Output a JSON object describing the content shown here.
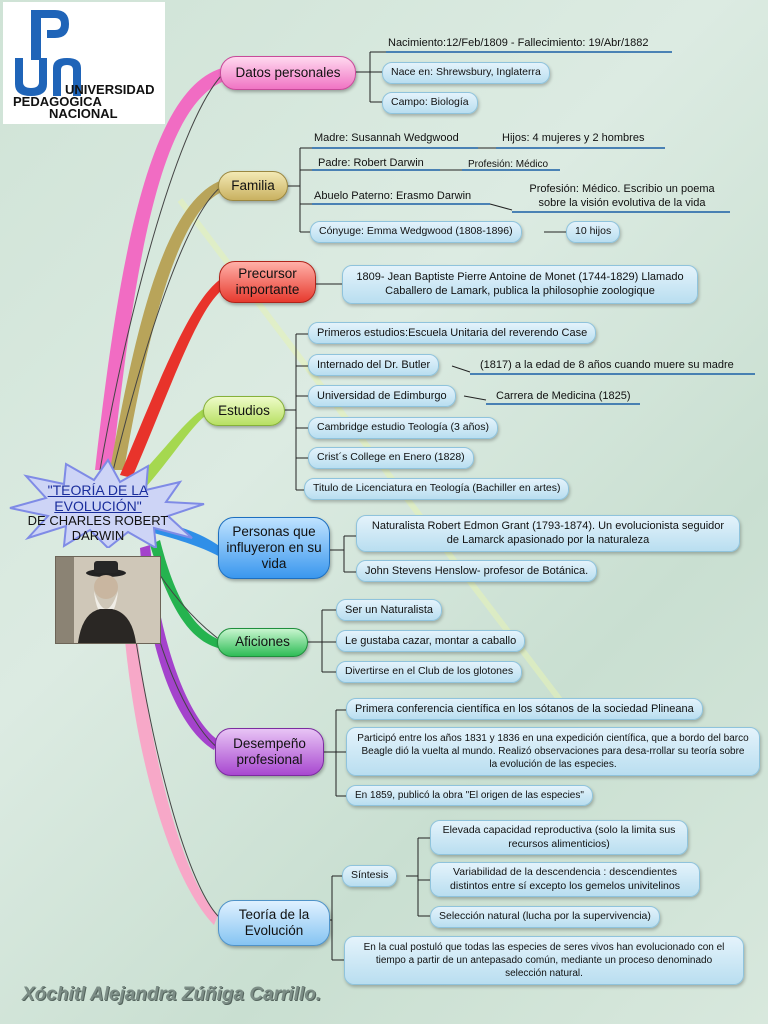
{
  "logo": {
    "line1": "UNIVERSIDAD",
    "line2": "PEDAGOGICA",
    "line3": "NACIONAL"
  },
  "center": {
    "title": "\"TEORÍA DE LA EVOLUCIÓN\"",
    "subtitle": "DE CHARLES ROBERT DARWIN"
  },
  "branches": {
    "datos": {
      "label": "Datos personales",
      "nacimiento": "Nacimiento:12/Feb/1809 - Fallecimiento: 19/Abr/1882",
      "nace": "Nace en: Shrewsbury, Inglaterra",
      "campo": "Campo: Biología"
    },
    "familia": {
      "label": "Familia",
      "madre": "Madre: Susannah Wedgwood",
      "hijos": "Hijos: 4 mujeres y 2 hombres",
      "padre": "Padre: Robert Darwin",
      "profesion_padre": "Profesión: Médico",
      "abuelo": "Abuelo Paterno: Erasmo Darwin",
      "profesion_abuelo": "Profesión: Médico. Escribio un poema sobre la visión evolutiva de la vida",
      "conyuge": "Cónyuge: Emma Wedgwood (1808-1896)",
      "diez_hijos": "10 hijos"
    },
    "precursor": {
      "label": "Precursor importante",
      "texto": "1809- Jean Baptiste Pierre Antoine de Monet (1744-1829) Llamado Caballero de Lamark, publica la philosophie zoologique"
    },
    "estudios": {
      "label": "Estudios",
      "primeros": "Primeros estudios:Escuela Unitaria del reverendo Case",
      "internado": "Internado del Dr. Butler",
      "internado_det": "(1817) a la edad de 8 años cuando muere su madre",
      "edimburgo": "Universidad de Edimburgo",
      "medicina": "Carrera de Medicina (1825)",
      "cambridge": "Cambridge estudio Teología (3 años)",
      "crist": "Crist´s College en Enero (1828)",
      "titulo": "Titulo de Licenciatura en Teología (Bachiller en artes)"
    },
    "personas": {
      "label": "Personas que influyeron en su vida",
      "grant": "Naturalista   Robert Edmon Grant (1793-1874). Un evolucionista seguidor de Lamarck apasionado por la naturaleza",
      "henslow": "John Stevens Henslow- profesor de Botánica."
    },
    "aficiones": {
      "label": "Aficiones",
      "naturalista": "Ser un Naturalista",
      "cazar": "Le gustaba cazar, montar a caballo",
      "club": "Divertirse en el Club de los glotones"
    },
    "desempeno": {
      "label": "Desempeño profesional",
      "conferencia": "Primera conferencia científica en los sótanos de la sociedad Plineana",
      "beagle": "Participó entre los años 1831 y 1836 en una expedición científica, que a bordo del barco Beagle  dió la vuelta al mundo. Realizó observaciones para desa-rrollar su teoría sobre la evolución de las especies.",
      "origen": "En 1859, publicó la obra \"El origen de las especies\""
    },
    "teoria": {
      "label": "Teoría de la Evolución",
      "sintesis": "Síntesis",
      "capacidad": "Elevada capacidad reproductiva    (solo la limita sus recursos alimenticios)",
      "variabilidad": "Variabilidad de la descendencia   : descendientes distintos entre sí excepto los gemelos univitelinos",
      "seleccion": "Selección natural   (lucha por la supervivencia)",
      "postulo": "En la cual postuló que todas las especies de seres vivos han evolucionado con el tiempo a partir de un antepasado común, mediante un proceso denominado selección natural."
    }
  },
  "author": "Xóchitl Alejandra Zúñiga Carrillo.",
  "colors": {
    "datos": "#f16cc3",
    "familia": "#b8a45a",
    "precursor": "#e8332b",
    "estudios": "#a5d84f",
    "personas": "#2f8fe8",
    "aficiones": "#25b34f",
    "desempeno": "#a442cc",
    "teoria": "#f7a8c8"
  },
  "icons": {
    "logo": "upn-logo",
    "portrait": "darwin-portrait",
    "burst": "starburst"
  }
}
